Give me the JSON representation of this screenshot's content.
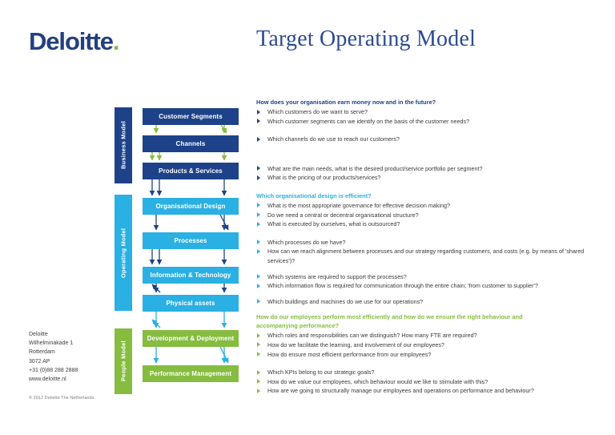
{
  "header": {
    "logo_text": "Deloitte",
    "logo_dot": ".",
    "title": "Target Operating Model"
  },
  "colors": {
    "navy": "#1d4289",
    "cyan": "#2ab0e2",
    "green": "#86bc40",
    "title_blue": "#2c4b91"
  },
  "diagram": {
    "bands": [
      {
        "label": "Business Model",
        "color": "#1d4289"
      },
      {
        "label": "Operating Model",
        "color": "#2ab0e2"
      },
      {
        "label": "People Model",
        "color": "#86bc40"
      }
    ],
    "nodes": [
      {
        "label": "Customer Segments",
        "group": "business",
        "color": "#1d4289"
      },
      {
        "label": "Channels",
        "group": "business",
        "color": "#1d4289"
      },
      {
        "label": "Products & Services",
        "group": "business",
        "color": "#1d4289"
      },
      {
        "label": "Organisational Design",
        "group": "operating",
        "color": "#2ab0e2"
      },
      {
        "label": "Processes",
        "group": "operating",
        "color": "#2ab0e2"
      },
      {
        "label": "Information & Technology",
        "group": "operating",
        "color": "#2ab0e2"
      },
      {
        "label": "Physical assets",
        "group": "operating",
        "color": "#2ab0e2"
      },
      {
        "label": "Development & Deployment",
        "group": "people",
        "color": "#86bc40"
      },
      {
        "label": "Performance Management",
        "group": "people",
        "color": "#86bc40"
      }
    ]
  },
  "sections": [
    {
      "heading": "How does your organisation earn money now and in the future?",
      "heading_color": "navy",
      "marker_color": "navy",
      "groups": [
        [
          "Which customers do we want to serve?",
          "Which customer segments can we identify on the basis of the customer needs?"
        ],
        [
          "Which channels do we use to reach our customers?"
        ],
        [
          "What are the main needs, what is the desired product/service portfolio per segment?",
          "What is the pricing of our products/services?"
        ]
      ]
    },
    {
      "heading": "Which organisational design is efficient?",
      "heading_color": "cyan",
      "marker_color": "cyan",
      "groups": [
        [
          "What is the most appropriate governance for effective decision making?",
          "Do we need a central or decentral organisational structure?",
          "What is executed by ourselves, what is outsourced?"
        ],
        [
          "Which processes do we have?",
          "How can we reach alignment between processes and our strategy regarding customers, and costs (e.g. by means of 'shared services')?"
        ],
        [
          "Which systems are required to support the processes?",
          "Which information flow is required for communication through the entire chain; 'from customer to supplier'?"
        ],
        [
          "Which buildings and machines do we use for our operations?"
        ]
      ]
    },
    {
      "heading": "How do our employees perform most efficiently and how do we ensure the right behaviour and accompanying performance?",
      "heading_color": "green",
      "marker_color": "green",
      "groups": [
        [
          "Which roles and responsibilities can we distinguish? How many FTE are required?",
          "How do we facilitate the learning, and involvement of our employees?",
          "How do ensure most efficient performance from our employees?"
        ],
        [
          "Which KPIs belong to our strategic goals?",
          "How do we value our employees, which behaviour would we like to stimulate with this?",
          "How are we going to structurally manage our employees and operations on performance and behaviour?"
        ]
      ]
    }
  ],
  "footer": {
    "address_lines": [
      "Deloitte",
      "Wilhelminakade 1",
      "Rotterdam",
      "3072 AP",
      "+31 (0)88 288 2888",
      "www.deloitte.nl"
    ],
    "copyright": "© 2012 Deloitte The Netherlands"
  }
}
